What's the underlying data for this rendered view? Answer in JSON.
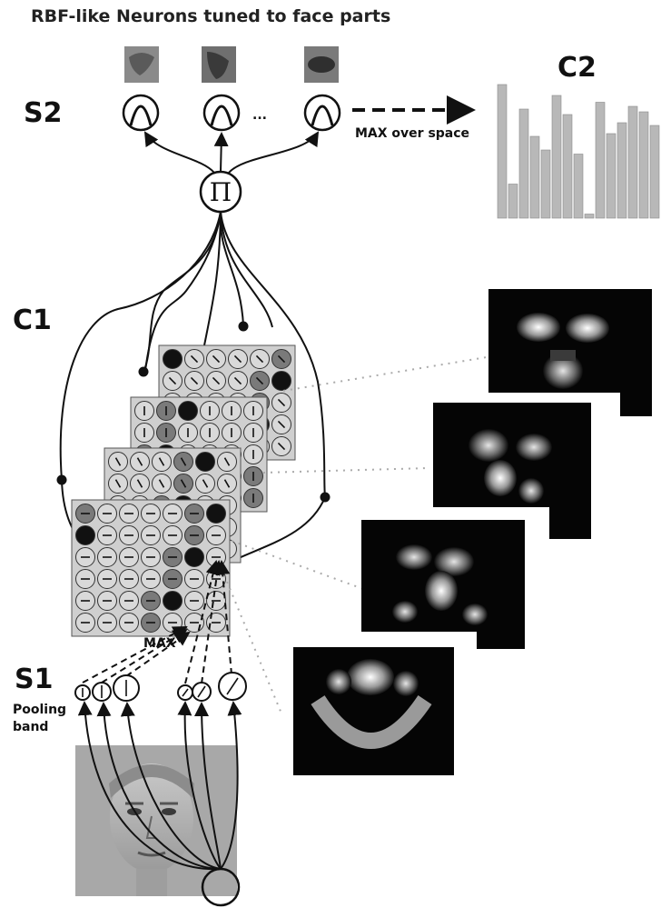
{
  "labels": {
    "title": "RBF-like Neurons tuned to face parts",
    "s2": "S2",
    "c2": "C2",
    "c1": "C1",
    "s1": "S1",
    "max_over_space": "MAX over space",
    "max": "MAX",
    "ellipsis": "...",
    "pooling": "Pooling",
    "band": "band",
    "product_symbol": "Π"
  },
  "c2_histogram": {
    "bar_heights_relative": [
      0.98,
      0.25,
      0.8,
      0.6,
      0.5,
      0.9,
      0.76,
      0.47,
      0.03,
      0.85,
      0.62,
      0.7,
      0.82,
      0.78,
      0.68
    ]
  },
  "colors": {
    "ink": "#111111",
    "cell_light": "#d9d9d9",
    "cell_dark": "#7a7a7a",
    "bar": "#b8b8b8",
    "feature_map_bg": "#050505"
  }
}
